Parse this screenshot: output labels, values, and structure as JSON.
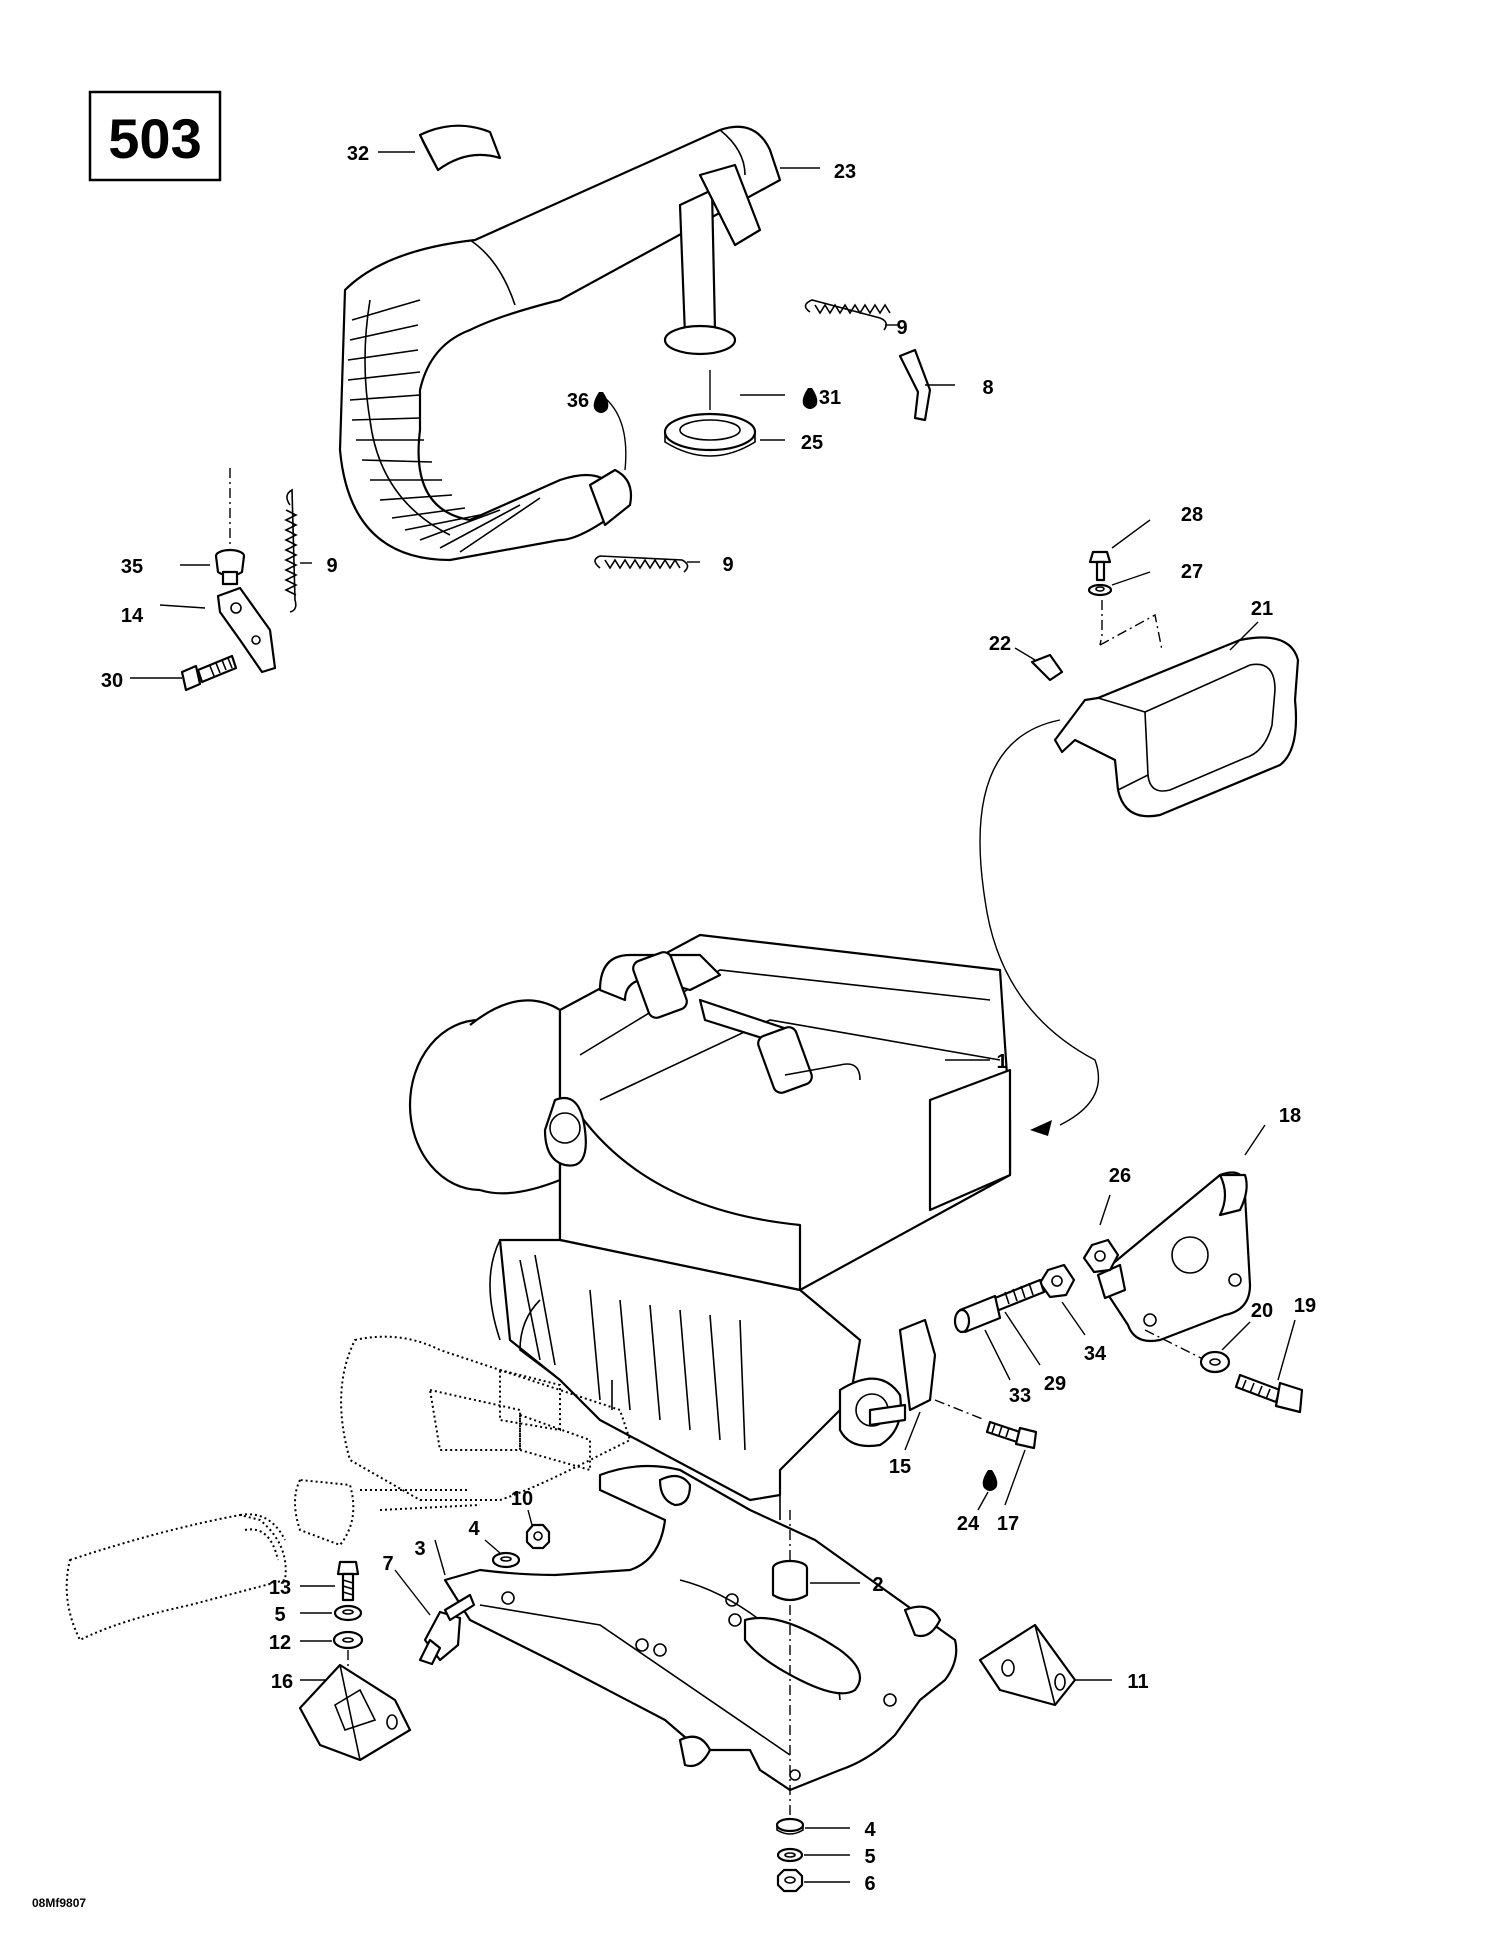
{
  "page_number": "503",
  "drawing_code": "08Mf9807",
  "callouts": {
    "c1": "1",
    "c2": "2",
    "c3": "3",
    "c4a": "4",
    "c4b": "4",
    "c5a": "5",
    "c5b": "5",
    "c6": "6",
    "c7": "7",
    "c8": "8",
    "c9a": "9",
    "c9b": "9",
    "c9c": "9",
    "c10": "10",
    "c11": "11",
    "c12": "12",
    "c13": "13",
    "c14": "14",
    "c15": "15",
    "c16": "16",
    "c17": "17",
    "c18": "18",
    "c19": "19",
    "c20": "20",
    "c21": "21",
    "c22": "22",
    "c23": "23",
    "c24": "24",
    "c25": "25",
    "c26": "26",
    "c27": "27",
    "c28": "28",
    "c29": "29",
    "c30": "30",
    "c31": "31",
    "c32": "32",
    "c33": "33",
    "c34": "34",
    "c35": "35",
    "c36": "36"
  },
  "icons": {
    "lubricant_drop": "drop-icon"
  }
}
